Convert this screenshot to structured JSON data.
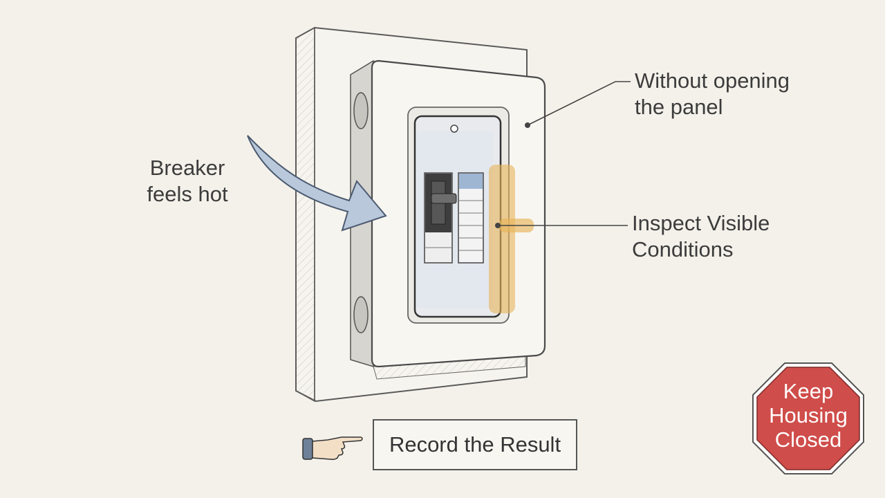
{
  "labels": {
    "breaker_hot": [
      "Breaker",
      "feels hot"
    ],
    "without_opening": [
      "Without opening",
      "the panel"
    ],
    "inspect": [
      "Inspect Visible",
      "Conditions"
    ]
  },
  "record_button": {
    "label": "Record the Result"
  },
  "stop_sign": {
    "lines": [
      "Keep",
      "Housing",
      "Closed"
    ],
    "color": "#cf4d4a"
  },
  "icons": {
    "arrow": "curved-arrow-icon",
    "hand": "pointing-hand-icon",
    "stop": "stop-sign-icon"
  },
  "colors": {
    "background": "#f3f1ea",
    "highlight": "#e8b45a",
    "arrow_fill": "#b9c8da",
    "indicator": "#9fb6d3"
  }
}
